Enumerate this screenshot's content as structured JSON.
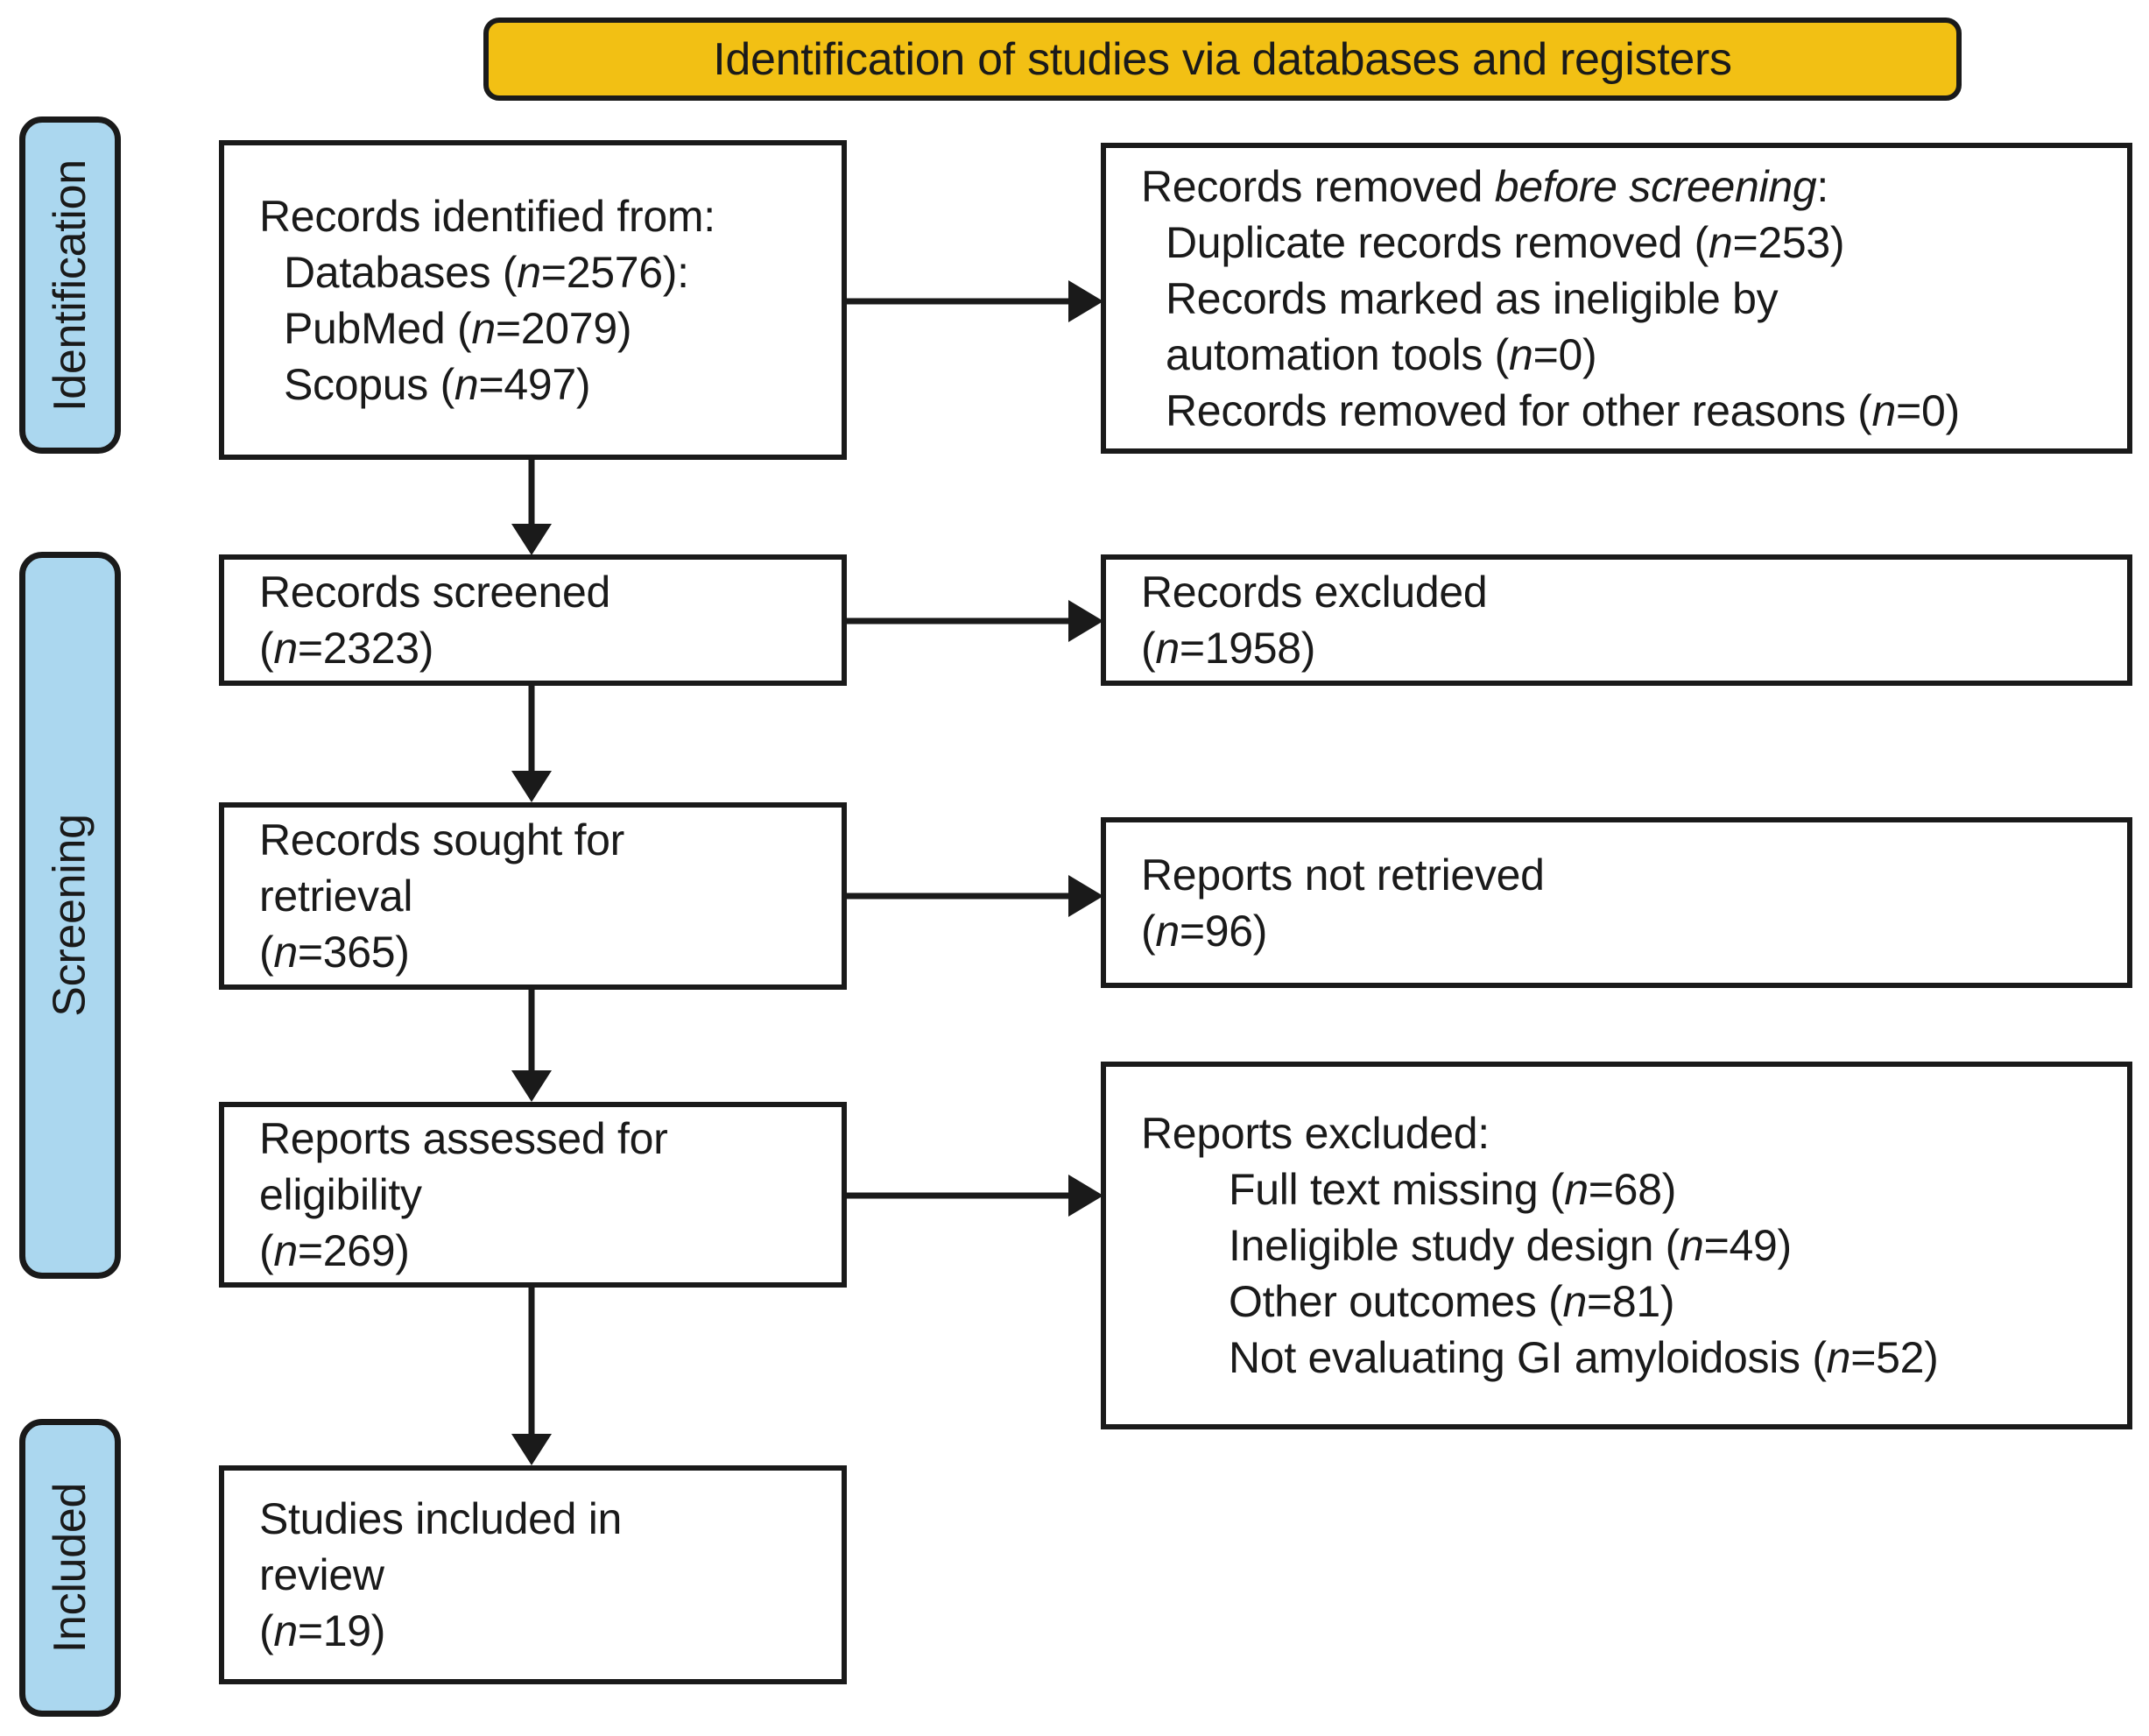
{
  "banner": {
    "label": "Identification of studies via databases and registers"
  },
  "sidebar": {
    "items": [
      {
        "id": "identification",
        "label": "Identification"
      },
      {
        "id": "screening",
        "label": "Screening"
      },
      {
        "id": "included",
        "label": "Included"
      }
    ]
  },
  "boxes": {
    "records_identified": {
      "lines": [
        {
          "indent": 0,
          "runs": [
            {
              "text": "Records identified from:"
            }
          ]
        },
        {
          "indent": 1,
          "runs": [
            {
              "text": "Databases ("
            },
            {
              "text": "n",
              "italic": true
            },
            {
              "text": "=2576):"
            }
          ]
        },
        {
          "indent": 1,
          "runs": [
            {
              "text": "PubMed ("
            },
            {
              "text": "n",
              "italic": true
            },
            {
              "text": "=2079)"
            }
          ]
        },
        {
          "indent": 1,
          "runs": [
            {
              "text": "Scopus ("
            },
            {
              "text": "n",
              "italic": true
            },
            {
              "text": "=497)"
            }
          ]
        }
      ]
    },
    "records_removed": {
      "lines": [
        {
          "indent": 0,
          "runs": [
            {
              "text": "Records removed "
            },
            {
              "text": "before screening",
              "italic": true
            },
            {
              "text": ":"
            }
          ]
        },
        {
          "indent": 1,
          "runs": [
            {
              "text": "Duplicate records removed ("
            },
            {
              "text": "n",
              "italic": true
            },
            {
              "text": "=253)"
            }
          ]
        },
        {
          "indent": 1,
          "runs": [
            {
              "text": "Records marked as ineligible by"
            }
          ]
        },
        {
          "indent": 1,
          "runs": [
            {
              "text": "automation tools ("
            },
            {
              "text": "n",
              "italic": true
            },
            {
              "text": "=0)"
            }
          ]
        },
        {
          "indent": 1,
          "runs": [
            {
              "text": "Records removed for other reasons ("
            },
            {
              "text": "n",
              "italic": true
            },
            {
              "text": "=0)"
            }
          ]
        }
      ]
    },
    "records_screened": {
      "lines": [
        {
          "indent": 0,
          "runs": [
            {
              "text": "Records screened"
            }
          ]
        },
        {
          "indent": 0,
          "runs": [
            {
              "text": "("
            },
            {
              "text": "n",
              "italic": true
            },
            {
              "text": "=2323)"
            }
          ]
        }
      ]
    },
    "records_excluded": {
      "lines": [
        {
          "indent": 0,
          "runs": [
            {
              "text": "Records excluded"
            }
          ]
        },
        {
          "indent": 0,
          "runs": [
            {
              "text": "("
            },
            {
              "text": "n",
              "italic": true
            },
            {
              "text": "=1958)"
            }
          ]
        }
      ]
    },
    "records_sought": {
      "lines": [
        {
          "indent": 0,
          "runs": [
            {
              "text": "Records sought for"
            }
          ]
        },
        {
          "indent": 0,
          "runs": [
            {
              "text": "retrieval"
            }
          ]
        },
        {
          "indent": 0,
          "runs": [
            {
              "text": "("
            },
            {
              "text": "n",
              "italic": true
            },
            {
              "text": "=365)"
            }
          ]
        }
      ]
    },
    "reports_not_retrieved": {
      "lines": [
        {
          "indent": 0,
          "runs": [
            {
              "text": "Reports not retrieved"
            }
          ]
        },
        {
          "indent": 0,
          "runs": [
            {
              "text": "("
            },
            {
              "text": "n",
              "italic": true
            },
            {
              "text": "=96)"
            }
          ]
        }
      ]
    },
    "reports_assessed": {
      "lines": [
        {
          "indent": 0,
          "runs": [
            {
              "text": "Reports assessed for"
            }
          ]
        },
        {
          "indent": 0,
          "runs": [
            {
              "text": "eligibility"
            }
          ]
        },
        {
          "indent": 0,
          "runs": [
            {
              "text": "("
            },
            {
              "text": "n",
              "italic": true
            },
            {
              "text": "=269)"
            }
          ]
        }
      ]
    },
    "reports_excluded": {
      "lines": [
        {
          "indent": 0,
          "runs": [
            {
              "text": "Reports excluded:"
            }
          ]
        },
        {
          "indent": 2,
          "runs": [
            {
              "text": "Full text missing ("
            },
            {
              "text": "n",
              "italic": true
            },
            {
              "text": "=68)"
            }
          ]
        },
        {
          "indent": 2,
          "runs": [
            {
              "text": "Ineligible study design ("
            },
            {
              "text": "n",
              "italic": true
            },
            {
              "text": "=49)"
            }
          ]
        },
        {
          "indent": 2,
          "runs": [
            {
              "text": "Other outcomes ("
            },
            {
              "text": "n",
              "italic": true
            },
            {
              "text": "=81)"
            }
          ]
        },
        {
          "indent": 2,
          "runs": [
            {
              "text": "Not evaluating GI amyloidosis ("
            },
            {
              "text": "n",
              "italic": true
            },
            {
              "text": "=52)"
            }
          ]
        }
      ]
    },
    "studies_included": {
      "lines": [
        {
          "indent": 0,
          "runs": [
            {
              "text": "Studies included in"
            }
          ]
        },
        {
          "indent": 0,
          "runs": [
            {
              "text": "review"
            }
          ]
        },
        {
          "indent": 0,
          "runs": [
            {
              "text": "("
            },
            {
              "text": "n",
              "italic": true
            },
            {
              "text": "=19)"
            }
          ]
        }
      ]
    }
  },
  "colors": {
    "banner_bg": "#F2C014",
    "sidebar_bg": "#ABD7EF",
    "stroke": "#1A1A1A",
    "box_bg": "#FFFFFF"
  }
}
